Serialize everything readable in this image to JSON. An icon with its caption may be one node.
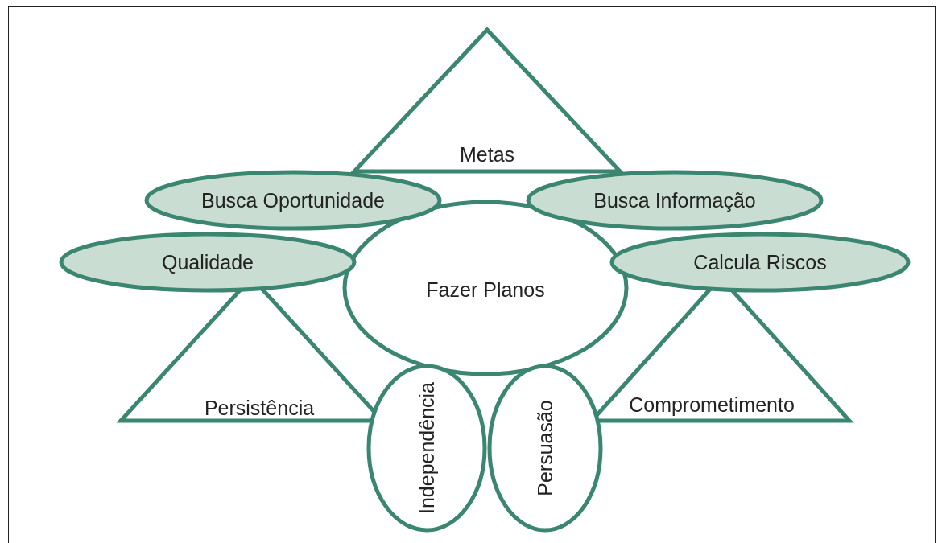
{
  "diagram": {
    "nodes": [
      {
        "text": [
          "Metas"
        ]
      },
      {
        "text": [
          "Busca Oportunidade"
        ]
      },
      {
        "text": [
          "Busca Informação"
        ]
      },
      {
        "text": [
          "Qualidade"
        ]
      },
      {
        "text": [
          "Fazer Planos"
        ]
      },
      {
        "text": [
          "Calcula Riscos"
        ]
      },
      {
        "text": [
          "Persistência"
        ]
      },
      {
        "text": [
          "Comprometimento"
        ]
      },
      {
        "text": [
          "Independência"
        ]
      },
      {
        "text": [
          "Persuasão"
        ]
      }
    ]
  }
}
